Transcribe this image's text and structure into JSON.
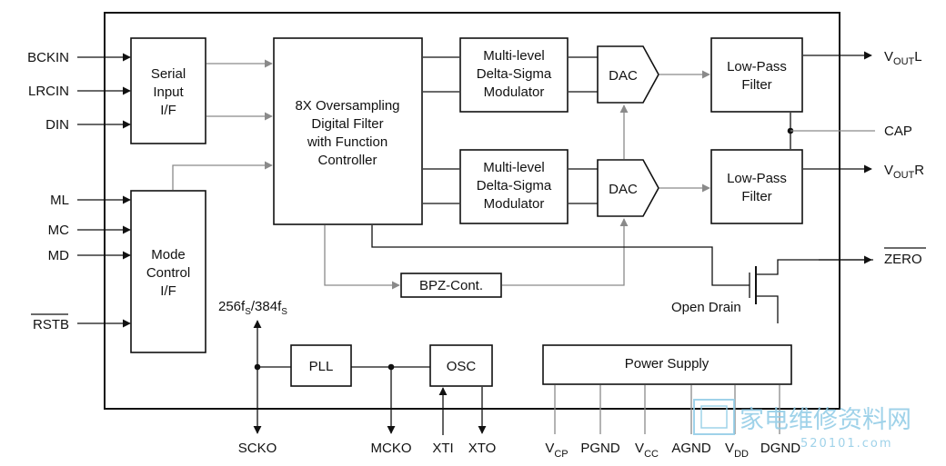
{
  "inputs": {
    "bckin": "BCKIN",
    "lrcin": "LRCIN",
    "din": "DIN",
    "ml": "ML",
    "mc": "MC",
    "md": "MD",
    "rstb": "RSTB"
  },
  "blocks": {
    "serial_input": [
      "Serial",
      "Input",
      "I/F"
    ],
    "mode_control": [
      "Mode",
      "Control",
      "I/F"
    ],
    "digital_filter": [
      "8X Oversampling",
      "Digital Filter",
      "with Function",
      "Controller"
    ],
    "modulator_top": [
      "Multi-level",
      "Delta-Sigma",
      "Modulator"
    ],
    "modulator_bottom": [
      "Multi-level",
      "Delta-Sigma",
      "Modulator"
    ],
    "dac_top": "DAC",
    "dac_bottom": "DAC",
    "lpf_top": [
      "Low-Pass",
      "Filter"
    ],
    "lpf_bottom": [
      "Low-Pass",
      "Filter"
    ],
    "bpz": "BPZ-Cont.",
    "pll": "PLL",
    "osc": "OSC",
    "power_supply": "Power Supply"
  },
  "outputs": {
    "voutl": {
      "main": "V",
      "sub": "OUT",
      "suffix": "L"
    },
    "voutr": {
      "main": "V",
      "sub": "OUT",
      "suffix": "R"
    },
    "cap": "CAP",
    "zero": "ZERO",
    "open_drain": "Open Drain"
  },
  "clock_label": {
    "a": "256f",
    "a_sub": "S",
    "sep": "/384f",
    "b_sub": "S"
  },
  "bottom_pins": {
    "scko": "SCKO",
    "mcko": "MCKO",
    "xti": "XTI",
    "xto": "XTO",
    "vcp": {
      "main": "V",
      "sub": "CP"
    },
    "pgnd": "PGND",
    "vcc": {
      "main": "V",
      "sub": "CC"
    },
    "agnd": "AGND",
    "vdd": {
      "main": "V",
      "sub": "DD"
    },
    "dgnd": "DGND"
  },
  "watermark": {
    "text": "家电维修资料网",
    "url": "520101.com"
  }
}
